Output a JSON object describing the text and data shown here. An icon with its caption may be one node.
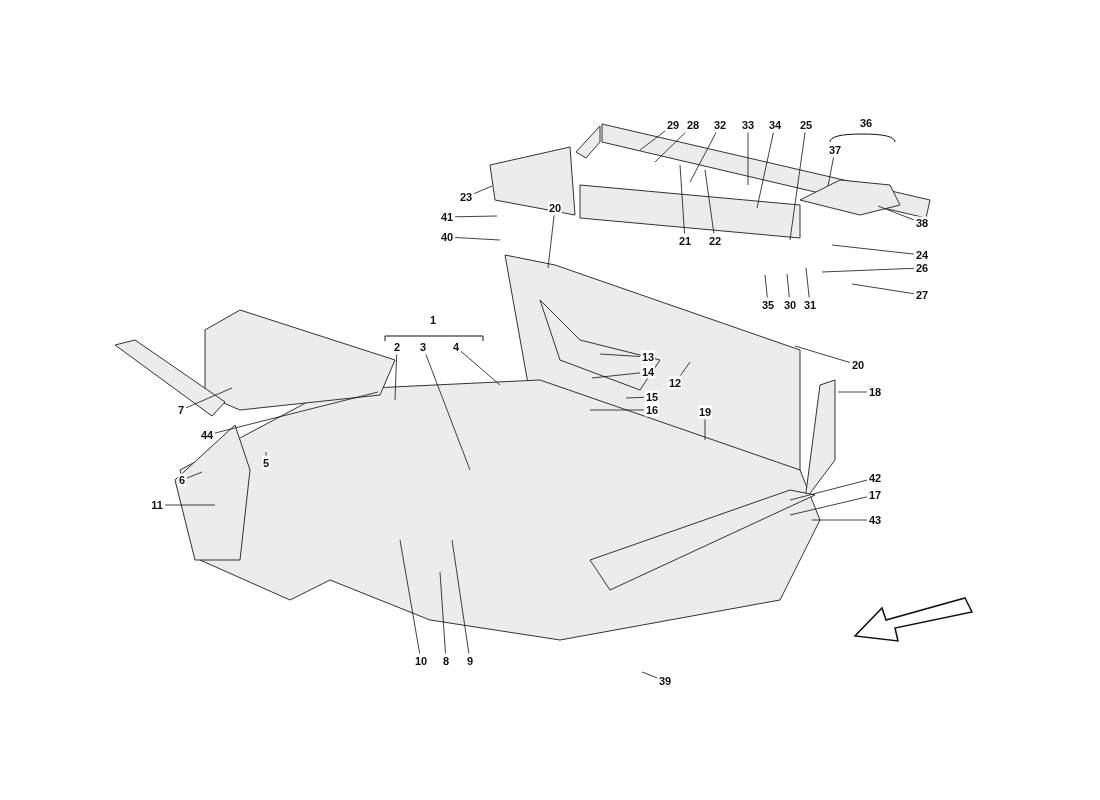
{
  "diagram": {
    "nodes": [
      {
        "text": [
          "29"
        ]
      },
      {
        "text": [
          "28"
        ]
      },
      {
        "text": [
          "32"
        ]
      },
      {
        "text": [
          "33"
        ]
      },
      {
        "text": [
          "34"
        ]
      },
      {
        "text": [
          "25"
        ]
      },
      {
        "text": [
          "37"
        ]
      },
      {
        "text": [
          "23"
        ]
      },
      {
        "text": [
          "20"
        ]
      },
      {
        "text": [
          "41"
        ]
      },
      {
        "text": [
          "38"
        ]
      },
      {
        "text": [
          "40"
        ]
      },
      {
        "text": [
          "21"
        ]
      },
      {
        "text": [
          "22"
        ]
      },
      {
        "text": [
          "24"
        ]
      },
      {
        "text": [
          "26"
        ]
      },
      {
        "text": [
          "27"
        ]
      },
      {
        "text": [
          "35"
        ]
      },
      {
        "text": [
          "30"
        ]
      },
      {
        "text": [
          "31"
        ]
      },
      {
        "text": [
          "2"
        ]
      },
      {
        "text": [
          "3"
        ]
      },
      {
        "text": [
          "4"
        ]
      },
      {
        "text": [
          "13"
        ]
      },
      {
        "text": [
          "20"
        ]
      },
      {
        "text": [
          "14"
        ]
      },
      {
        "text": [
          "12"
        ]
      },
      {
        "text": [
          "18"
        ]
      },
      {
        "text": [
          "15"
        ]
      },
      {
        "text": [
          "7"
        ]
      },
      {
        "text": [
          "16"
        ]
      },
      {
        "text": [
          "19"
        ]
      },
      {
        "text": [
          "44"
        ]
      },
      {
        "text": [
          "5"
        ]
      },
      {
        "text": [
          "42"
        ]
      },
      {
        "text": [
          "6"
        ]
      },
      {
        "text": [
          "17"
        ]
      },
      {
        "text": [
          "11"
        ]
      },
      {
        "text": [
          "43"
        ]
      },
      {
        "text": [
          "10"
        ]
      },
      {
        "text": [
          "8"
        ]
      },
      {
        "text": [
          "9"
        ]
      },
      {
        "text": [
          "39"
        ]
      }
    ],
    "edges": [
      {
        "from": 0,
        "to": null,
        "arrow": "none"
      },
      {
        "from": 1,
        "to": null,
        "arrow": "none"
      },
      {
        "from": 2,
        "to": null,
        "arrow": "none"
      },
      {
        "from": 3,
        "to": null,
        "arrow": "none"
      },
      {
        "from": 4,
        "to": null,
        "arrow": "none"
      },
      {
        "from": 5,
        "to": null,
        "arrow": "none"
      },
      {
        "from": 6,
        "to": null,
        "arrow": "none"
      },
      {
        "from": 7,
        "to": null,
        "arrow": "none"
      },
      {
        "from": 8,
        "to": null,
        "arrow": "none"
      },
      {
        "from": 9,
        "to": null,
        "arrow": "none"
      },
      {
        "from": 10,
        "to": null,
        "arrow": "none"
      },
      {
        "from": 11,
        "to": null,
        "arrow": "none"
      },
      {
        "from": 12,
        "to": null,
        "arrow": "none"
      },
      {
        "from": 13,
        "to": null,
        "arrow": "none"
      },
      {
        "from": 14,
        "to": null,
        "arrow": "none"
      },
      {
        "from": 15,
        "to": null,
        "arrow": "none"
      },
      {
        "from": 16,
        "to": null,
        "arrow": "none"
      },
      {
        "from": 17,
        "to": null,
        "arrow": "none"
      },
      {
        "from": 18,
        "to": null,
        "arrow": "none"
      },
      {
        "from": 19,
        "to": null,
        "arrow": "none"
      },
      {
        "from": 20,
        "to": null,
        "arrow": "none"
      },
      {
        "from": 21,
        "to": null,
        "arrow": "none"
      },
      {
        "from": 22,
        "to": null,
        "arrow": "none"
      },
      {
        "from": 23,
        "to": null,
        "arrow": "none"
      },
      {
        "from": 24,
        "to": null,
        "arrow": "none"
      },
      {
        "from": 25,
        "to": null,
        "arrow": "none"
      },
      {
        "from": 26,
        "to": null,
        "arrow": "none"
      },
      {
        "from": 27,
        "to": null,
        "arrow": "none"
      },
      {
        "from": 28,
        "to": null,
        "arrow": "none"
      },
      {
        "from": 29,
        "to": null,
        "arrow": "none"
      },
      {
        "from": 30,
        "to": null,
        "arrow": "none"
      },
      {
        "from": 31,
        "to": null,
        "arrow": "none"
      },
      {
        "from": 32,
        "to": null,
        "arrow": "none"
      },
      {
        "from": 33,
        "to": null,
        "arrow": "none"
      },
      {
        "from": 34,
        "to": null,
        "arrow": "none"
      },
      {
        "from": 35,
        "to": null,
        "arrow": "none"
      },
      {
        "from": 36,
        "to": null,
        "arrow": "none"
      },
      {
        "from": 37,
        "to": null,
        "arrow": "none"
      },
      {
        "from": 38,
        "to": null,
        "arrow": "none"
      },
      {
        "from": 39,
        "to": null,
        "arrow": "none"
      },
      {
        "from": 40,
        "to": null,
        "arrow": "none"
      },
      {
        "from": 41,
        "to": null,
        "arrow": "none"
      },
      {
        "from": 42,
        "to": null,
        "arrow": "none"
      }
    ],
    "labels": [
      "36",
      "1"
    ]
  }
}
